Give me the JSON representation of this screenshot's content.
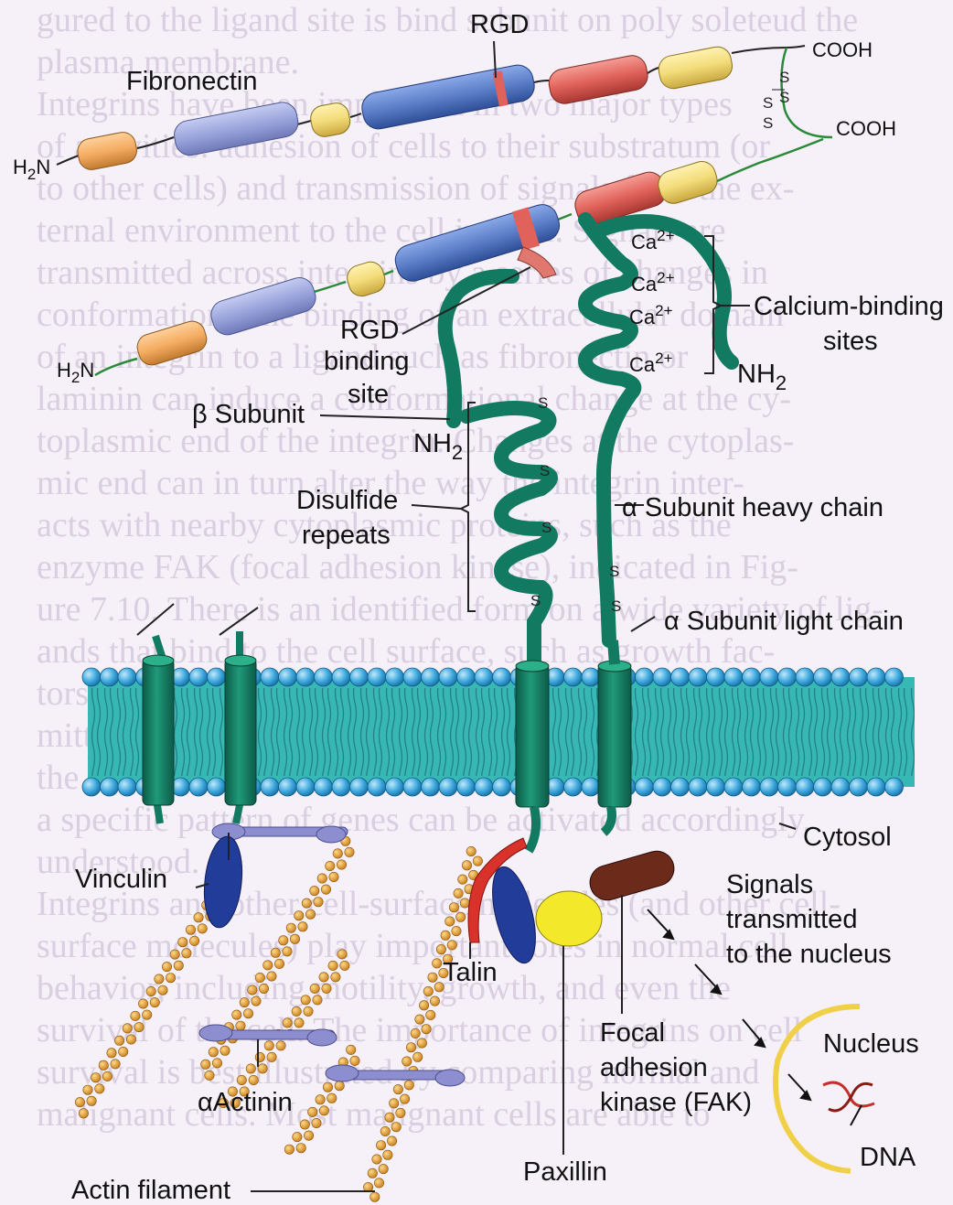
{
  "background_text": [
    "gured to the ligand site is bind subunit on poly soleteud the",
    "plasma membrane.",
    "Integrins have been implicated in two major types",
    "of activities: adhesion of cells to their substratum (or",
    "to other cells) and transmission of signals from the ex-",
    "ternal environment to the cell interior. Signals are",
    "transmitted across integrins by a series of changes in",
    "conformation. The binding of an extracellular domain",
    "of an integrin to a ligand such as fibronectin or",
    "laminin can induce a conformational change at the cy-",
    "toplasmic end of the integrin. Changes at the cytoplas-",
    "mic end can in turn alter the way the integrin inter-",
    "acts with nearby cytoplasmic proteins, such as the",
    "enzyme FAK (focal adhesion kinase), indicated in Fig-",
    "ure 7.10. There is an identified form on a wide variety of lig-",
    "ands that bind to the cell surface, such as growth fac-",
    "tors, hormones, and cytokines. The signals are trans-",
    "mitted to the interior and all the way to the nucleus to",
    "the junction level, all the way to the nucleus where",
    "a specific pattern of genes can be activated accordingly.",
    "understood.",
    "Integrins and other cell-surface molecules (and other cell-",
    "surface molecules) play important roles in normal cell",
    "behavior, including motility, growth, and even the",
    "survival of the cell. The importance of integrins on cell",
    "survival is best illustrated by comparing normal and",
    "malignant cells. Most malignant cells are able to"
  ],
  "labels": {
    "rgd_top": "RGD",
    "fibronectin": "Fibronectin",
    "cooh_1": "COOH",
    "cooh_2": "COOH",
    "h2n_1": "H",
    "h2n_1_sub": "2",
    "h2n_1_end": "N",
    "h2n_2": "H",
    "h2n_2_sub": "2",
    "h2n_2_end": "N",
    "rgd_binding_1": "RGD",
    "rgd_binding_2": "binding",
    "rgd_binding_3": "site",
    "beta_subunit": "β Subunit",
    "nh2_beta": "NH",
    "nh2_beta_sub": "2",
    "disulfide_1": "Disulfide",
    "disulfide_2": "repeats",
    "calcium_1": "Calcium-binding",
    "calcium_2": "sites",
    "nh2_alpha": "NH",
    "nh2_alpha_sub": "2",
    "alpha_heavy": "α Subunit heavy chain",
    "alpha_light": "α Subunit light chain",
    "cytosol": "Cytosol",
    "vinculin": "Vinculin",
    "talin": "Talin",
    "signals_1": "Signals",
    "signals_2": "transmitted",
    "signals_3": "to the nucleus",
    "nucleus": "Nucleus",
    "focal_1": "Focal",
    "focal_2": "adhesion",
    "focal_3": "kinase (FAK)",
    "dna": "DNA",
    "alpha_actinin": "αActinin",
    "paxillin": "Paxillin",
    "actin_filament": "Actin filament",
    "ca": "Ca",
    "ca_sup": "2+",
    "s": "S"
  },
  "colors": {
    "integrin_green": "#137a62",
    "membrane_head": "#3aa6dc",
    "membrane_body": "#37b8b4",
    "fn_blue": "#5b7ec8",
    "fn_lavender": "#9aa4dc",
    "fn_yellow": "#f3dc7a",
    "fn_orange": "#f4ad62",
    "fn_red": "#e0625a",
    "vinculin_blue": "#223c9a",
    "talin_red": "#d8322b",
    "paxillin_yellow": "#f3e82a",
    "fak_brown": "#6b2a1a",
    "actin_orange": "#e8a43a",
    "actinin_lavender": "#8c8ed0",
    "nucleus_yellow": "#f0d048"
  }
}
